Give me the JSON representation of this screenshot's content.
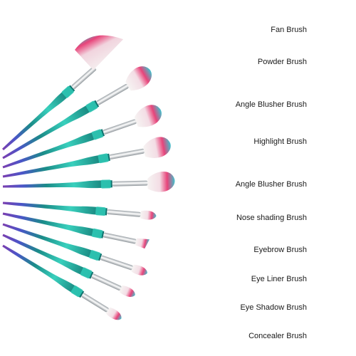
{
  "colors": {
    "handle_teal": "#2fc7b4",
    "handle_dark": "#0e6f6b",
    "handle_purple": "#7a3fb0",
    "ferrule": "#d9dde0",
    "bristle_white": "#f6f3f2",
    "bristle_pink": "#e8447a",
    "bristle_blue": "#3fc1cc"
  },
  "brushes": [
    {
      "label": "Fan Brush",
      "shape": "fan"
    },
    {
      "label": "Powder Brush",
      "shape": "large"
    },
    {
      "label": "Angle Blusher Brush",
      "shape": "large"
    },
    {
      "label": "Highlight Brush",
      "shape": "large"
    },
    {
      "label": "Angle Blusher Brush",
      "shape": "large"
    },
    {
      "label": "Nose shading Brush",
      "shape": "small"
    },
    {
      "label": "Eyebrow Brush",
      "shape": "angled"
    },
    {
      "label": "Eye Liner Brush",
      "shape": "small"
    },
    {
      "label": "Eye Shadow Brush",
      "shape": "small"
    },
    {
      "label": "Concealer Brush",
      "shape": "small"
    }
  ]
}
